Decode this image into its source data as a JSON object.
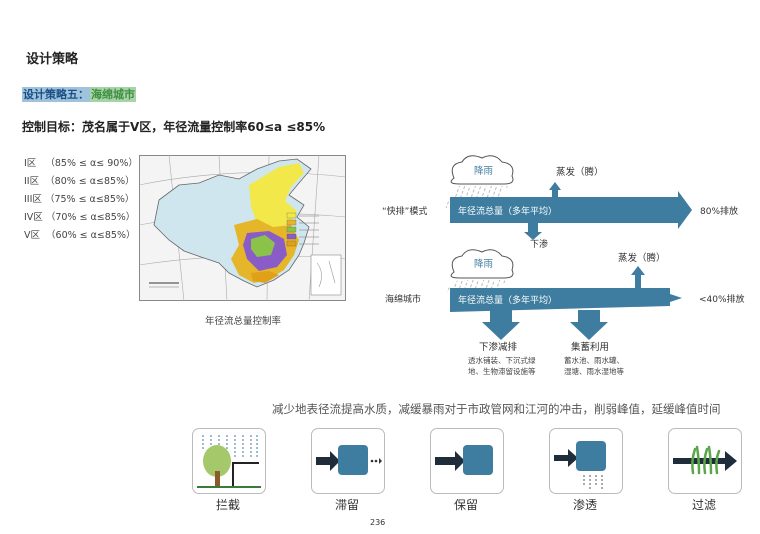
{
  "document": {
    "title": "设计策略",
    "strategy_prefix": "设计策略五：",
    "strategy_name": "海绵城市",
    "control_goal": "控制目标：茂名属于V区，年径流量控制率60≤a ≤85%",
    "page_number": "236"
  },
  "zones": [
    {
      "name": "I区",
      "range": "（85% ≤ α≤ 90%）"
    },
    {
      "name": "II区",
      "range": "（80% ≤ α≤85%）"
    },
    {
      "name": "III区",
      "range": "（75% ≤ α≤85%）"
    },
    {
      "name": "IV区",
      "range": "（70% ≤ α≤85%）"
    },
    {
      "name": "V区",
      "range": "（60% ≤ α≤85%）"
    }
  ],
  "map": {
    "caption": "年径流总量控制率",
    "land_color": "#cfe6ef",
    "zone_colors": [
      "#f3e84a",
      "#e5b52a",
      "#8bc34a",
      "#8a5cc8",
      "#e0a018"
    ]
  },
  "flow_diagram": {
    "arrow_color": "#3e7d9f",
    "rain_label": "降雨",
    "evaporation_label": "蒸发（腾）",
    "runoff_label": "年径流总量（多年平均）",
    "row1": {
      "mode_label": "“快排”模式",
      "discharge_label": "80%排放",
      "infiltration_label": "下渗"
    },
    "row2": {
      "mode_label": "海绵城市",
      "discharge_label": "<40%排放",
      "branch1_label": "下渗减排",
      "branch1_desc_1": "透水铺装、下沉式绿",
      "branch1_desc_2": "地、生物滞留设施等",
      "branch2_label": "集蓄利用",
      "branch2_desc_1": "蓄水池、雨水罐、",
      "branch2_desc_2": "湿塘、雨水湿地等"
    }
  },
  "effect_description": "减少地表径流提高水质，减缓暴雨对于市政管网和江河的冲击，削弱峰值，延缓峰值时间",
  "functions": [
    {
      "label": "拦截",
      "icon": "intercept-icon"
    },
    {
      "label": "滞留",
      "icon": "detention-icon"
    },
    {
      "label": "保留",
      "icon": "retention-icon"
    },
    {
      "label": "渗透",
      "icon": "infiltration-icon"
    },
    {
      "label": "过滤",
      "icon": "filtration-icon"
    }
  ]
}
